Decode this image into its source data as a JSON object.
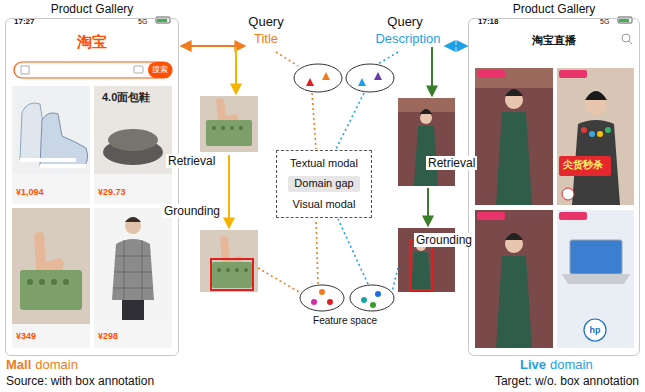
{
  "diagram": {
    "nodes": [
      {
        "text": [
          "Product Gallery"
        ]
      },
      {
        "text": [
          "搜索"
        ],
        "in": 0
      },
      {
        "text": [
          "¥1,094"
        ],
        "in": 0
      },
      {
        "text": [
          "4.0面包鞋",
          "¥29.73"
        ],
        "in": 0
      },
      {
        "text": [
          "¥349"
        ],
        "in": 0
      },
      {
        "text": [
          "¥298"
        ],
        "in": 0
      },
      {
        "text": [
          "Textual modal",
          "Visual modal"
        ]
      },
      {
        "text": [
          "Domain gap"
        ],
        "in": 6
      },
      {
        "text": [
          "Product Gallery"
        ]
      },
      {
        "text": [
          "尖货秒杀"
        ],
        "in": 8
      },
      {
        "text": [
          "hp"
        ],
        "in": 8
      }
    ],
    "labels": [
      "17:27",
      "5G",
      "淘宝",
      "17:18",
      "5G",
      "淘宝直播",
      "Query",
      "Title",
      "Query",
      "Description",
      "Retrieval",
      "Grounding",
      "Retrieval",
      "Grounding",
      "Feature space",
      "Mall",
      "domain",
      "Source: with box annotation",
      "Live",
      "domain",
      "Target: w/o. box annotation"
    ]
  }
}
